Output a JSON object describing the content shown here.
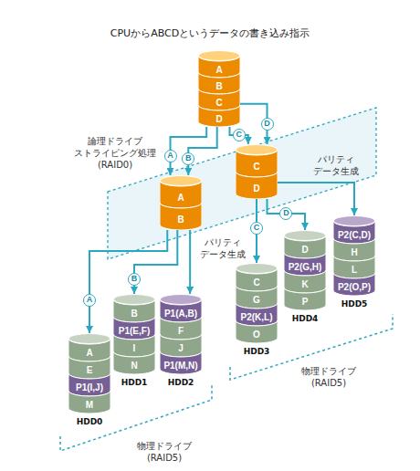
{
  "diagram": {
    "title": "CPUからABCDというデータの書き込み指示",
    "nodes": [
      {
        "text": [
          "A",
          "B",
          "C",
          "D"
        ]
      },
      {
        "text": [
          "A",
          "B"
        ]
      },
      {
        "text": [
          "C",
          "D"
        ]
      },
      {
        "text": [
          "A",
          "E",
          "P1(I,J)",
          "M",
          "HDD0"
        ]
      },
      {
        "text": [
          "B",
          "P1(E,F)",
          "I",
          "N",
          "HDD1"
        ]
      },
      {
        "text": [
          "P1(A,B)",
          "F",
          "J",
          "P1(M,N)",
          "HDD2"
        ]
      },
      {
        "text": [
          "C",
          "G",
          "P2(K,L)",
          "O",
          "HDD3"
        ]
      },
      {
        "text": [
          "D",
          "P2(G,H)",
          "K",
          "P",
          "HDD4"
        ]
      },
      {
        "text": [
          "P2(C,D)",
          "H",
          "L",
          "P2(O,P)",
          "HDD5"
        ]
      }
    ],
    "edges": [
      {
        "from": 0,
        "to": 1,
        "label": "A",
        "arrow": "to"
      },
      {
        "from": 0,
        "to": 1,
        "label": "B",
        "arrow": "to"
      },
      {
        "from": 0,
        "to": 2,
        "label": "C",
        "arrow": "to"
      },
      {
        "from": 0,
        "to": 2,
        "label": "D",
        "arrow": "to"
      },
      {
        "from": 1,
        "to": 3,
        "label": "A",
        "arrow": "to"
      },
      {
        "from": 1,
        "to": 4,
        "label": "B",
        "arrow": "to"
      },
      {
        "from": 1,
        "to": 5,
        "arrow": "to"
      },
      {
        "from": 2,
        "to": 6,
        "label": "C",
        "arrow": "to"
      },
      {
        "from": 2,
        "to": 7,
        "label": "D",
        "arrow": "to"
      },
      {
        "from": 2,
        "to": 8,
        "arrow": "to"
      }
    ],
    "labels": [
      "論理ドライブ ストライピング処理 (RAID0)",
      "パリティ データ生成",
      "パリティ データ生成",
      "物理ドライブ (RAID5)",
      "物理ドライブ (RAID5)"
    ]
  }
}
